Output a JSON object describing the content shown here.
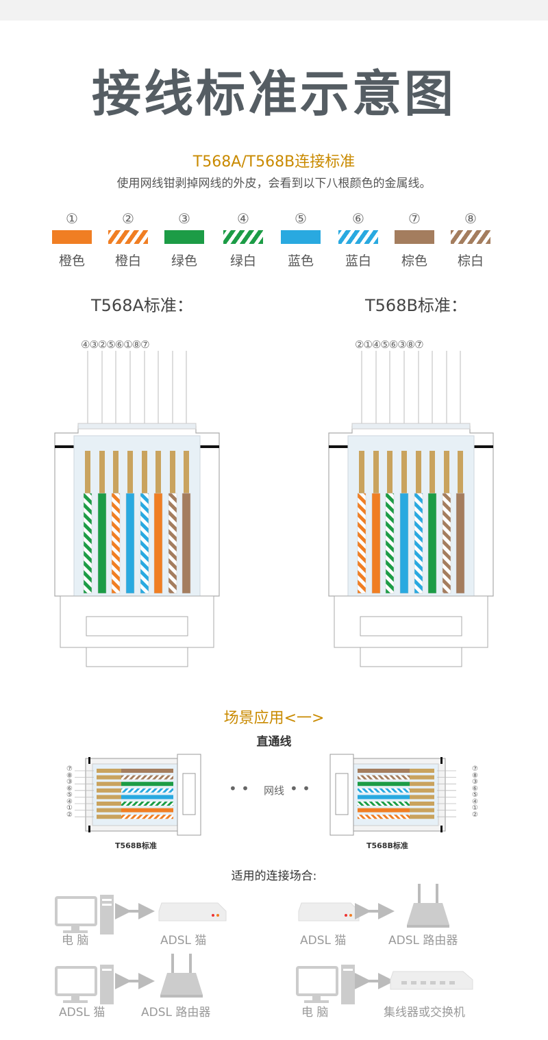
{
  "header": {
    "title": "接线标准示意图"
  },
  "intro": {
    "subtitle": "T568A/T568B连接标准",
    "description": "使用网线钳剥掉网线的外皮，会看到以下八根颜色的金属线。"
  },
  "swatches": [
    {
      "num": "①",
      "label": "橙色",
      "color": "#f07e23",
      "striped": false
    },
    {
      "num": "②",
      "label": "橙白",
      "color": "#f07e23",
      "striped": true
    },
    {
      "num": "③",
      "label": "绿色",
      "color": "#1c9c46",
      "striped": false
    },
    {
      "num": "④",
      "label": "绿白",
      "color": "#1c9c46",
      "striped": true
    },
    {
      "num": "⑤",
      "label": "蓝色",
      "color": "#29a9e0",
      "striped": false
    },
    {
      "num": "⑥",
      "label": "蓝白",
      "color": "#29a9e0",
      "striped": true
    },
    {
      "num": "⑦",
      "label": "棕色",
      "color": "#a47d5e",
      "striped": false
    },
    {
      "num": "⑧",
      "label": "棕白",
      "color": "#a47d5e",
      "striped": true
    }
  ],
  "standards": {
    "a": {
      "label": "T568A标准：",
      "order_text": "④③②⑤⑥①⑧⑦",
      "order": [
        4,
        3,
        2,
        5,
        6,
        1,
        8,
        7
      ]
    },
    "b": {
      "label": "T568B标准：",
      "order_text": "②①④⑤⑥③⑧⑦",
      "order": [
        2,
        1,
        4,
        5,
        6,
        3,
        8,
        7
      ]
    }
  },
  "scenario": {
    "title": "场景应用<一>",
    "cable_type": "直通线",
    "cable_word": "网线",
    "left_std": "T568B标准",
    "right_std": "T568B标准",
    "left_pins": "⑦⑧③⑥⑤④①②",
    "right_pins": "⑦⑧③⑥⑤④①②"
  },
  "occasions": {
    "title": "适用的连接场合:",
    "devices": {
      "d1": "电   脑",
      "d2": "ADSL 猫",
      "d3": "ADSL 猫",
      "d4": "ADSL 路由器",
      "d5": "ADSL 猫",
      "d6": "ADSL 路由器",
      "d7": "电   脑",
      "d8": "集线器或交换机"
    }
  }
}
